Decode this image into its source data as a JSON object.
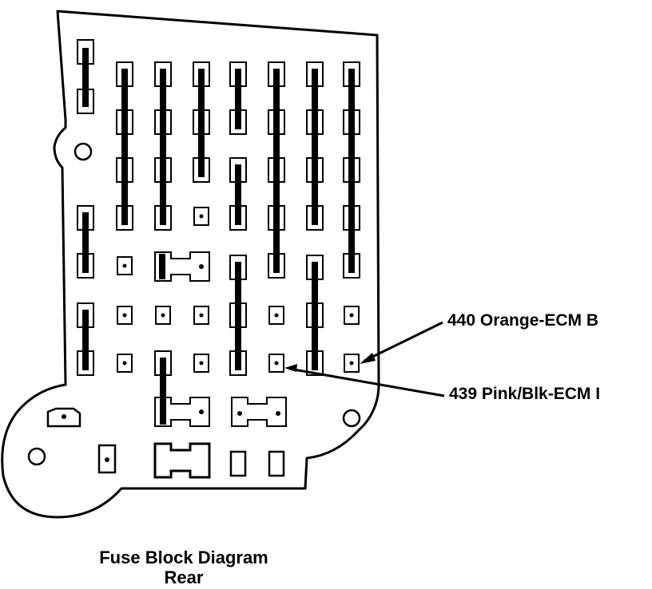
{
  "callouts": {
    "wire_440": "440 Orange-ECM B",
    "wire_439": "439 Pink/Blk-ECM I"
  },
  "caption": {
    "line1": "Fuse Block Diagram",
    "line2": "Rear"
  },
  "colors": {
    "ink": "#000000",
    "paper": "#ffffff"
  }
}
